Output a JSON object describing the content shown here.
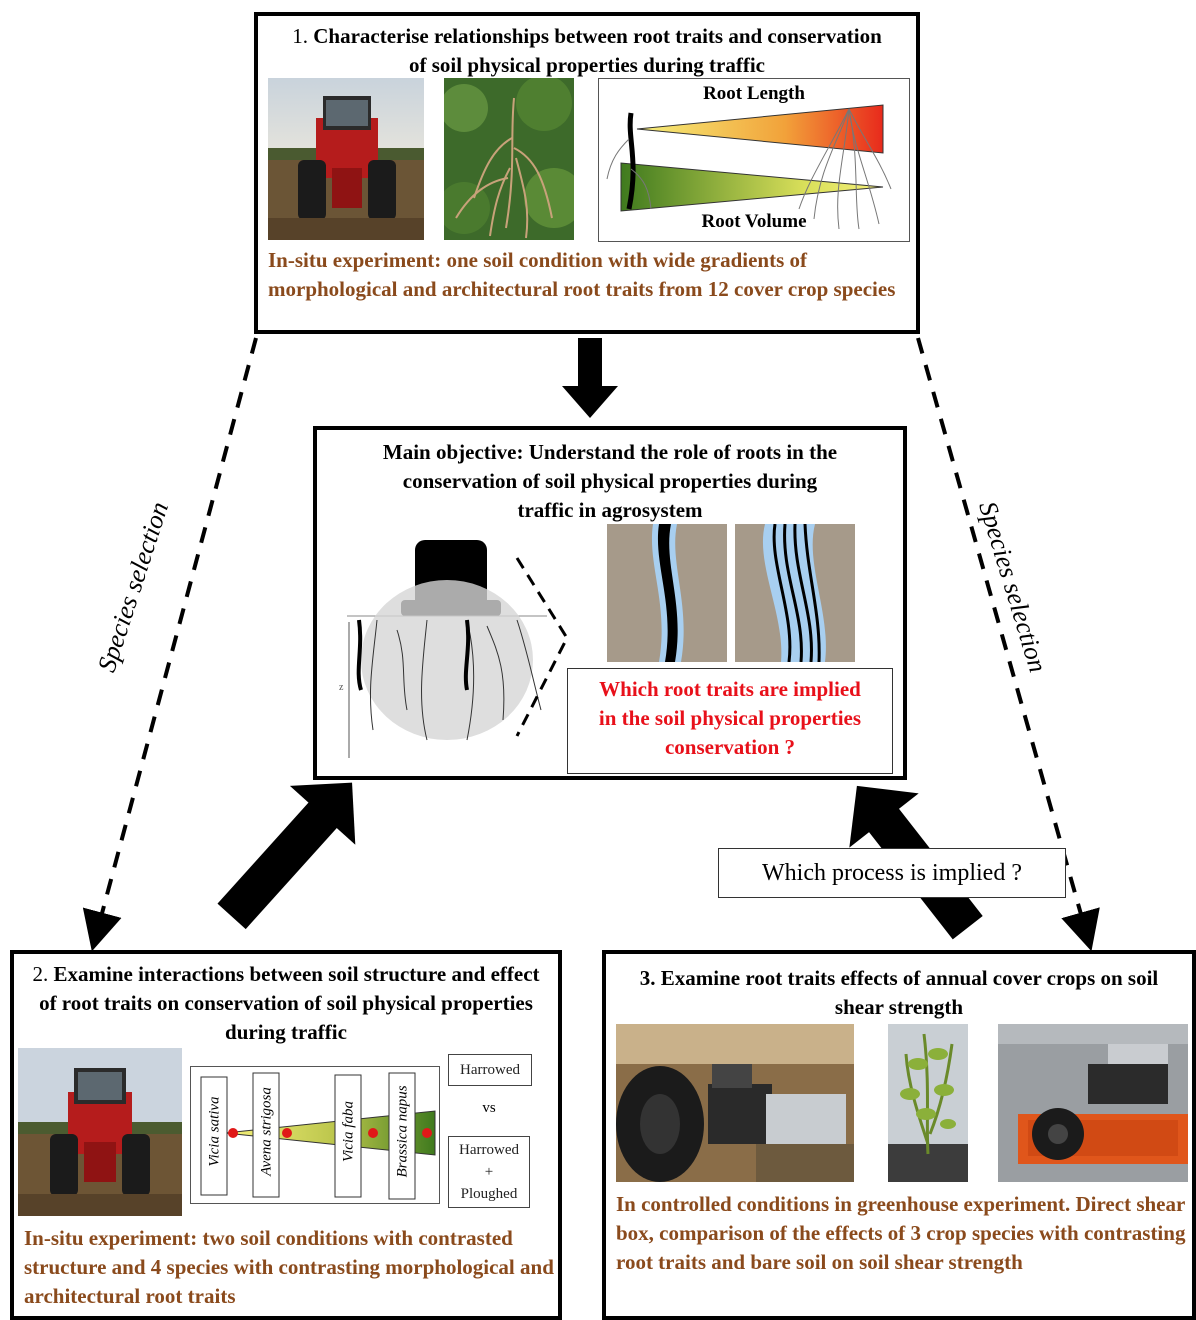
{
  "top_box": {
    "number": "1.",
    "title": "Characterise relationships between root traits and conservation of soil physical properties during traffic",
    "gradient_top_label": "Root Length",
    "gradient_bottom_label": "Root Volume",
    "description": "In-situ experiment: one soil condition with wide gradients of morphological and architectural root traits from 12 cover crop species",
    "photos": [
      "tractor-photo",
      "root-photo"
    ]
  },
  "main_box": {
    "title": "Main objective: Understand the role of roots in the conservation of soil physical properties during traffic in agrosystem",
    "question": "Which root traits are implied in the soil physical properties conservation ?",
    "axis_label": "z"
  },
  "left_box": {
    "number": "2.",
    "title": "Examine interactions between soil structure and effect of root traits on conservation of soil physical properties during traffic",
    "species": [
      "Vicia sativa",
      "Avena strigosa",
      "Vicia faba",
      "Brassica napus"
    ],
    "condition_a": "Harrowed",
    "vs_label": "vs",
    "condition_b_lines": [
      "Harrowed",
      "+",
      "Ploughed"
    ],
    "description": "In-situ experiment: two soil conditions with contrasted structure and 4 species with contrasting morphological and architectural root traits"
  },
  "right_box": {
    "number": "3.",
    "title": "Examine root traits effects of annual cover crops on soil shear strength",
    "description": "In controlled conditions in greenhouse experiment. Direct shear box, comparison of the effects of 3 crop species with contrasting root traits and bare soil on soil shear strength"
  },
  "side_labels": {
    "left": "Species selection",
    "right": "Species selection"
  },
  "process_question": "Which process is implied ?",
  "colors": {
    "brown_text": "#8a4a1c",
    "question_red": "#e8101a",
    "gradient_red": "#e82a1c",
    "gradient_yellow": "#f5f07a",
    "gradient_green": "#3f7a1e"
  }
}
